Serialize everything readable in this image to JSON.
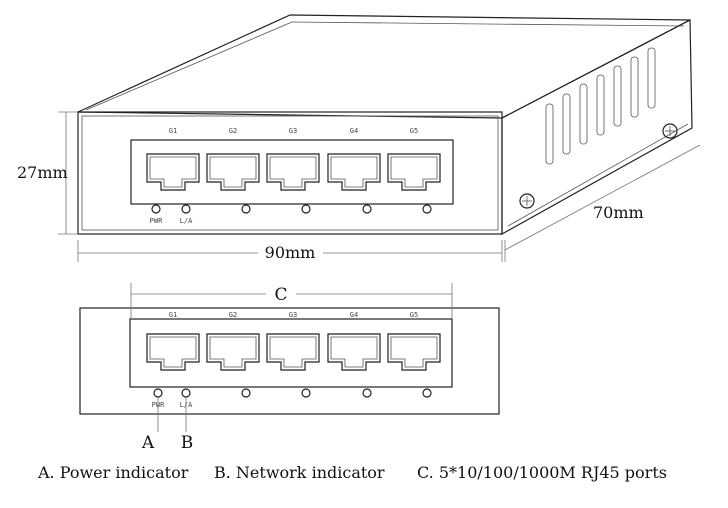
{
  "dimensions": {
    "height": "27mm",
    "width": "90mm",
    "depth": "70mm"
  },
  "ports": [
    "G1",
    "G2",
    "G3",
    "G4",
    "G5"
  ],
  "indicators": [
    "PWR",
    "L/A"
  ],
  "callouts": {
    "a": "A",
    "b": "B",
    "c": "C"
  },
  "legend": {
    "a": "A. Power indicator",
    "b": "B. Network indicator",
    "c": "C. 5*10/100/1000M RJ45 ports"
  }
}
